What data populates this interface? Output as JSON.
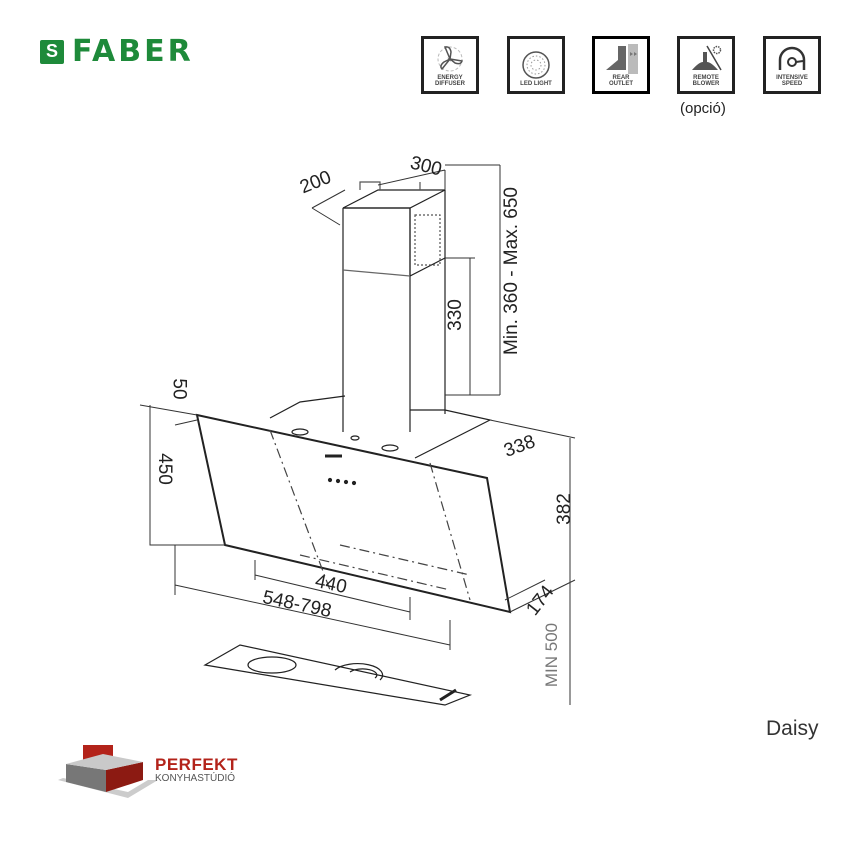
{
  "brand": {
    "logo_text": "FABER",
    "logo_mark": "S"
  },
  "features": [
    {
      "icon": "energy-diffuser-icon",
      "label": "ENERGY\nDIFFUSER"
    },
    {
      "icon": "led-light-icon",
      "label": "LED LIGHT"
    },
    {
      "icon": "rear-outlet-icon",
      "label": "REAR\nOUTLET"
    },
    {
      "icon": "remote-blower-icon",
      "label": "REMOTE\nBLOWER"
    },
    {
      "icon": "intensive-speed-icon",
      "label": "INTENSIVE\nSPEED"
    }
  ],
  "remote_blower_note": "(opció)",
  "dimensions": {
    "chimney_depth": "200",
    "chimney_width": "300",
    "chimney_height": "Min. 360 - Max. 650",
    "upper_chimney": "330",
    "top_offset": "50",
    "glass_height": "450",
    "hood_depth": "338",
    "hood_height": "382",
    "inner_width": "440",
    "width_range": "548-798",
    "bottom_depth": "174",
    "min_clearance": "MIN 500"
  },
  "model_name": "Daisy",
  "dealer": {
    "name": "PERFEKT",
    "subtitle": "KONYHASTÚDIÓ"
  }
}
